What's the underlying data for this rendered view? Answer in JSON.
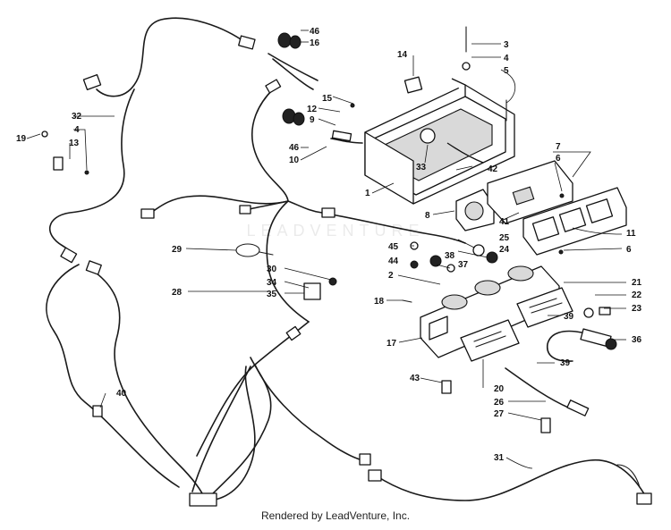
{
  "diagram": {
    "callouts": [
      {
        "id": "c46a",
        "label": "46"
      },
      {
        "id": "c16",
        "label": "16"
      },
      {
        "id": "c14",
        "label": "14"
      },
      {
        "id": "c3",
        "label": "3"
      },
      {
        "id": "c4a",
        "label": "4"
      },
      {
        "id": "c5",
        "label": "5"
      },
      {
        "id": "c32",
        "label": "32"
      },
      {
        "id": "c4b",
        "label": "4"
      },
      {
        "id": "c19",
        "label": "19"
      },
      {
        "id": "c13",
        "label": "13"
      },
      {
        "id": "c15",
        "label": "15"
      },
      {
        "id": "c12",
        "label": "12"
      },
      {
        "id": "c9",
        "label": "9"
      },
      {
        "id": "c46b",
        "label": "46"
      },
      {
        "id": "c10",
        "label": "10"
      },
      {
        "id": "c33",
        "label": "33"
      },
      {
        "id": "c42",
        "label": "42"
      },
      {
        "id": "c7",
        "label": "7"
      },
      {
        "id": "c6a",
        "label": "6"
      },
      {
        "id": "c1",
        "label": "1"
      },
      {
        "id": "c8",
        "label": "8"
      },
      {
        "id": "c41",
        "label": "41"
      },
      {
        "id": "c11",
        "label": "11"
      },
      {
        "id": "c6b",
        "label": "6"
      },
      {
        "id": "c29",
        "label": "29"
      },
      {
        "id": "c45",
        "label": "45"
      },
      {
        "id": "c44",
        "label": "44"
      },
      {
        "id": "c25",
        "label": "25"
      },
      {
        "id": "c24",
        "label": "24"
      },
      {
        "id": "c38",
        "label": "38"
      },
      {
        "id": "c37",
        "label": "37"
      },
      {
        "id": "c30",
        "label": "30"
      },
      {
        "id": "c34",
        "label": "34"
      },
      {
        "id": "c35",
        "label": "35"
      },
      {
        "id": "c28",
        "label": "28"
      },
      {
        "id": "c2",
        "label": "2"
      },
      {
        "id": "c18",
        "label": "18"
      },
      {
        "id": "c21",
        "label": "21"
      },
      {
        "id": "c22",
        "label": "22"
      },
      {
        "id": "c23",
        "label": "23"
      },
      {
        "id": "c39a",
        "label": "39"
      },
      {
        "id": "c36",
        "label": "36"
      },
      {
        "id": "c17",
        "label": "17"
      },
      {
        "id": "c39b",
        "label": "39"
      },
      {
        "id": "c40",
        "label": "40"
      },
      {
        "id": "c43",
        "label": "43"
      },
      {
        "id": "c20",
        "label": "20"
      },
      {
        "id": "c26",
        "label": "26"
      },
      {
        "id": "c27",
        "label": "27"
      },
      {
        "id": "c31",
        "label": "31"
      }
    ],
    "watermark_text": "LEADVENTURE",
    "footer_text": "Rendered by LeadVenture, Inc."
  }
}
